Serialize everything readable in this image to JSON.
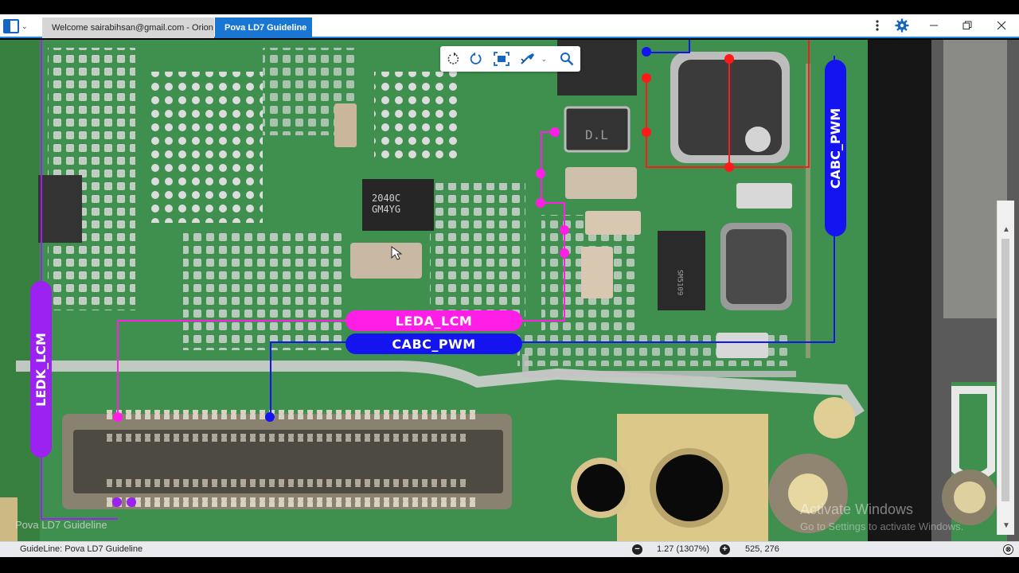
{
  "tabs": [
    {
      "label": "Welcome sairabihsan@gmail.com - Orion",
      "active": false
    },
    {
      "label": "Pova LD7 Guideline",
      "active": true
    }
  ],
  "window_controls": [
    "more-icon",
    "settings-icon",
    "minimize-icon",
    "restore-icon",
    "close-icon"
  ],
  "toolbar": {
    "icons": [
      "rotate-ccw-icon",
      "rotate-cw-icon",
      "fit-screen-icon",
      "probe-icon",
      "search-icon"
    ]
  },
  "board": {
    "nets": {
      "leda": {
        "label": "LEDA_LCM",
        "color": "#ff1ee6"
      },
      "cabc": {
        "label": "CABC_PWM",
        "color": "#1414f0"
      },
      "cabc_vertical": {
        "label": "CABC_PWM",
        "color": "#1414f0"
      },
      "ledk": {
        "label": "LEDK_LCM",
        "color": "#9b22f0"
      },
      "power": {
        "color": "#ff1a1a"
      }
    },
    "ic_markings": [
      {
        "line1": "2040C",
        "line2": "GM4YG"
      },
      {
        "text": "D.L"
      },
      {
        "text": "SM5109"
      }
    ],
    "watermark": "Pova LD7 Guideline",
    "activate_title": "Activate Windows",
    "activate_sub": "Go to Settings to activate Windows."
  },
  "status": {
    "guideline": "GuideLine: Pova LD7 Guideline",
    "zoom": "1.27 (1307%)",
    "coords": "525, 276"
  }
}
